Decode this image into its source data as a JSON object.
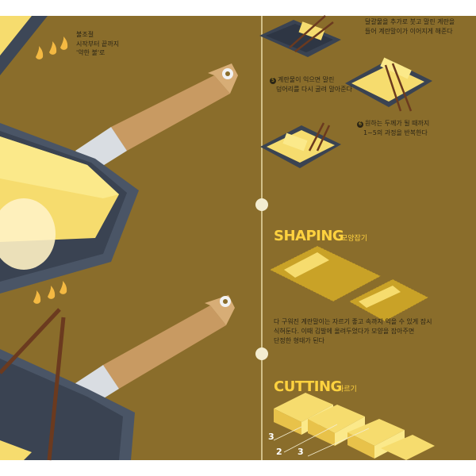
{
  "heat_control": {
    "title": "불조절",
    "line1": "시작부터 끝까지",
    "line2": "'약한 불'로"
  },
  "steps_right": {
    "step_top_line1": "달걀물을 추가로 붓고 말린 계란을",
    "step_top_line2": "들어 계란말이가 이어지게 해준다",
    "step5_number": "5",
    "step5_line1": "계란물이 익으면 말린",
    "step5_line2": "덩어리를 다시 굴려 말아준다",
    "step6_number": "6",
    "step6_line1": "원하는 두께가 될 때까지",
    "step6_line2": "1~5의 과정을 반복한다"
  },
  "shaping": {
    "title": "SHAPING",
    "subtitle": "모양잡기",
    "desc_line1": "다 구워진 계란말이는 자르기 좋고 속까지 익을 수 있게 잠시",
    "desc_line2": "식혀둔다. 이때 김발에 올려두었다가 모양을 잡아주면",
    "desc_line3": "단정한 형태가 된다"
  },
  "cutting": {
    "title": "CUTTING",
    "subtitle": "자르기",
    "numbers": [
      "3",
      "2",
      "3"
    ]
  },
  "colors": {
    "background": "#8a6d2b",
    "accent_yellow": "#ffd23f",
    "pan": "#4a5566",
    "egg": "#f6dc6e",
    "wood": "#c89a62"
  }
}
